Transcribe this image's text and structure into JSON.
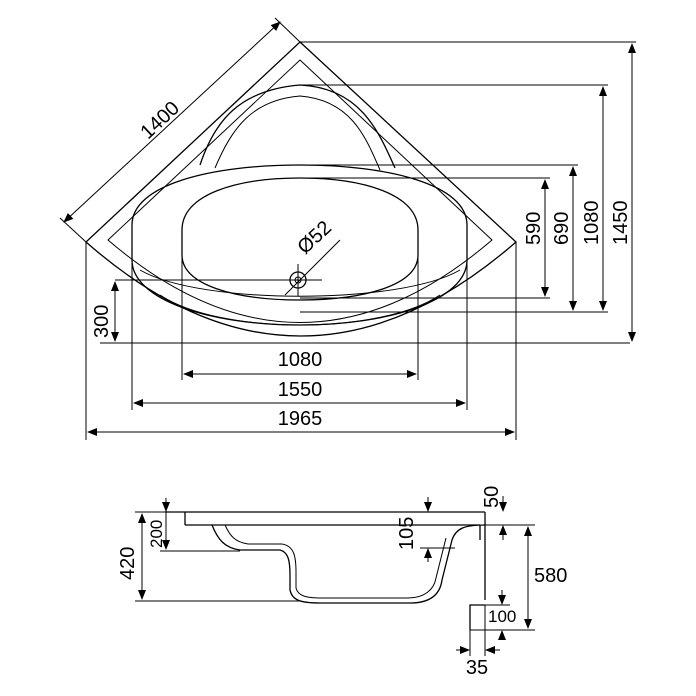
{
  "plan_view": {
    "dim_diagonal_side": "1400",
    "dim_drain_diameter": "Ø52",
    "dim_drain_offset": "300",
    "dim_inner_width": "1080",
    "dim_rim_width": "1550",
    "dim_overall_width": "1965",
    "dim_depth_590": "590",
    "dim_depth_690": "690",
    "dim_depth_1080": "1080",
    "dim_depth_overall": "1450"
  },
  "section_view": {
    "dim_height_420": "420",
    "dim_height_200": "200",
    "dim_rim_105": "105",
    "dim_top_50": "50",
    "dim_height_580": "580",
    "dim_foot_100": "100",
    "dim_wall_35": "35"
  }
}
